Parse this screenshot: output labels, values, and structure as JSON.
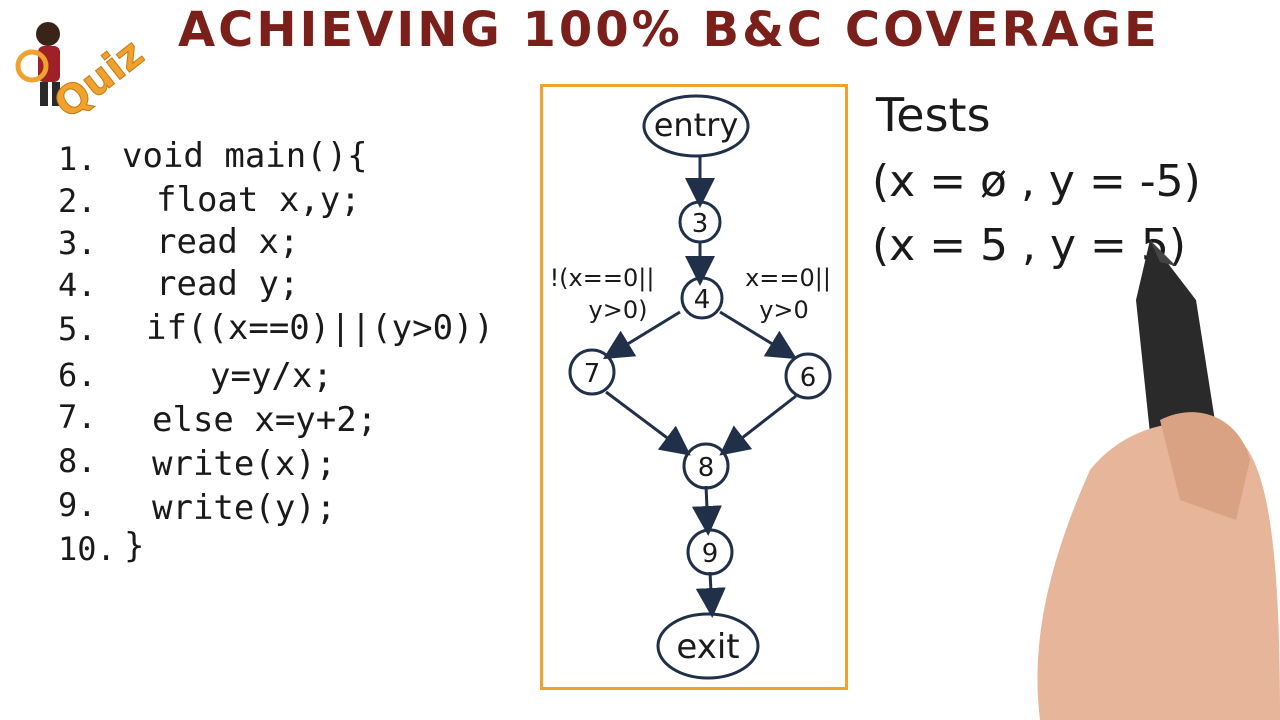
{
  "header": {
    "title": "ACHIEVING 100% B&C COVERAGE",
    "quiz_label": "Quiz"
  },
  "code": {
    "lines": [
      {
        "num": "1.",
        "text": "void main(){"
      },
      {
        "num": "2.",
        "text": "float x,y;"
      },
      {
        "num": "3.",
        "text": "read x;"
      },
      {
        "num": "4.",
        "text": "read y;"
      },
      {
        "num": "5.",
        "text": "if((x==0)||(y>0))"
      },
      {
        "num": "6.",
        "text": "y=y/x;"
      },
      {
        "num": "7.",
        "text": "else x=y+2;"
      },
      {
        "num": "8.",
        "text": "write(x);"
      },
      {
        "num": "9.",
        "text": "write(y);"
      },
      {
        "num": "10.",
        "text": "}"
      }
    ]
  },
  "cfg": {
    "nodes": {
      "entry": "entry",
      "n3": "3",
      "n4": "4",
      "n6": "6",
      "n7": "7",
      "n8": "8",
      "n9": "9",
      "exit": "exit"
    },
    "false_label_line1": "!(x==0||",
    "false_label_line2": "y>0)",
    "true_label_line1": "x==0||",
    "true_label_line2": "y>0"
  },
  "tests": {
    "title": "Tests",
    "cases": [
      "(x = ø , y = -5)",
      "(x = 5 , y = 5)"
    ]
  },
  "colors": {
    "title": "#7a1f1a",
    "frame": "#f0a12e",
    "ink": "#1a1a1a",
    "node_stroke": "#1f3048"
  }
}
